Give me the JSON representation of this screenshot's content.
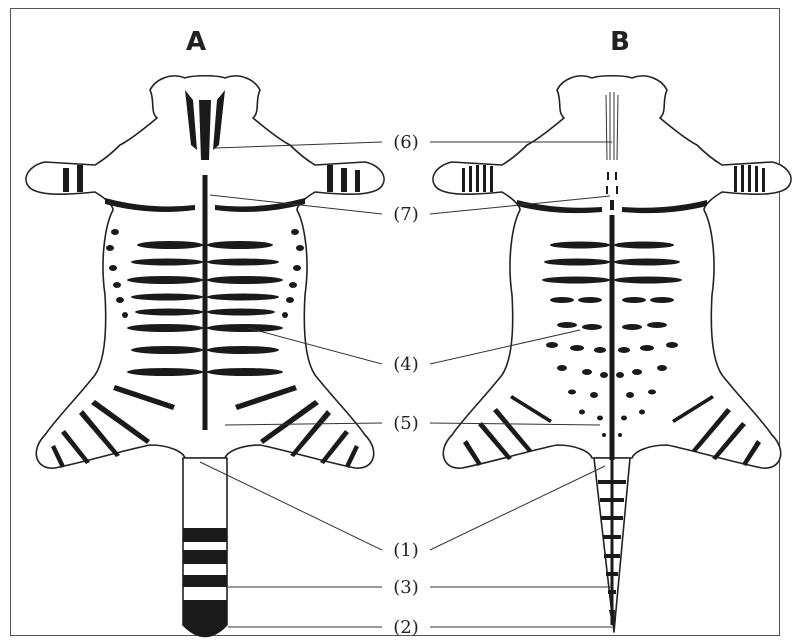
{
  "panels": [
    {
      "id": "A",
      "label": "A"
    },
    {
      "id": "B",
      "label": "B"
    }
  ],
  "callouts": [
    {
      "id": "6",
      "label": "(6)"
    },
    {
      "id": "7",
      "label": "(7)"
    },
    {
      "id": "4",
      "label": "(4)"
    },
    {
      "id": "5",
      "label": "(5)"
    },
    {
      "id": "1",
      "label": "(1)"
    },
    {
      "id": "3",
      "label": "(3)"
    },
    {
      "id": "2",
      "label": "(2)"
    }
  ],
  "colors": {
    "stripe": "#1a1a1a",
    "outline": "#222222",
    "background": "#ffffff"
  }
}
